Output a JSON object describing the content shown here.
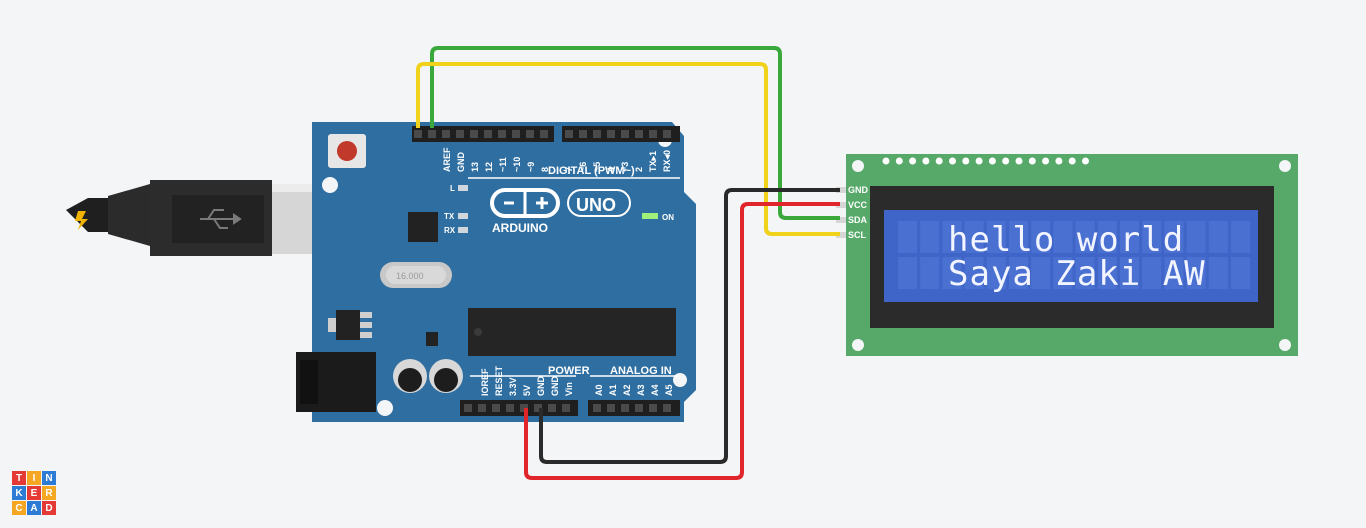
{
  "board": {
    "logo_text": "ARDUINO",
    "model": "UNO",
    "label_digital": "DIGITAL (PWM~)",
    "label_power": "POWER",
    "label_analog": "ANALOG IN",
    "label_on": "ON",
    "led_l": "L",
    "led_tx": "TX",
    "led_rx": "RX",
    "header_top_left": [
      "AREF",
      "GND",
      "13",
      "12",
      "~11",
      "~10",
      "~9",
      "8"
    ],
    "header_top_right": [
      "7",
      "~6",
      "~5",
      "4",
      "~3",
      "2",
      "TX▸1",
      "RX◂0"
    ],
    "header_power": [
      "IOREF",
      "RESET",
      "3.3V",
      "5V",
      "GND",
      "GND",
      "Vin"
    ],
    "header_analog": [
      "A0",
      "A1",
      "A2",
      "A3",
      "A4",
      "A5"
    ],
    "crystal": "16.000"
  },
  "lcd": {
    "pins": [
      "GND",
      "VCC",
      "SDA",
      "SCL"
    ],
    "line1": "hello world",
    "line2": "Saya Zaki AW"
  },
  "colors": {
    "board": "#2f6ea1",
    "lcd_pcb": "#57a96a",
    "lcd_screen": "#4065c9",
    "wire_green": "#3aa83a",
    "wire_yellow": "#f0d21a",
    "wire_black": "#2a2a2a",
    "wire_red": "#e0262b"
  },
  "logo": {
    "letters": [
      "T",
      "I",
      "N",
      "K",
      "E",
      "R",
      "C",
      "A",
      "D"
    ],
    "colors": [
      "#e53935",
      "#f5a623",
      "#2e7bd6",
      "#2e7bd6",
      "#e53935",
      "#f5a623",
      "#f5a623",
      "#2e7bd6",
      "#e53935"
    ]
  }
}
